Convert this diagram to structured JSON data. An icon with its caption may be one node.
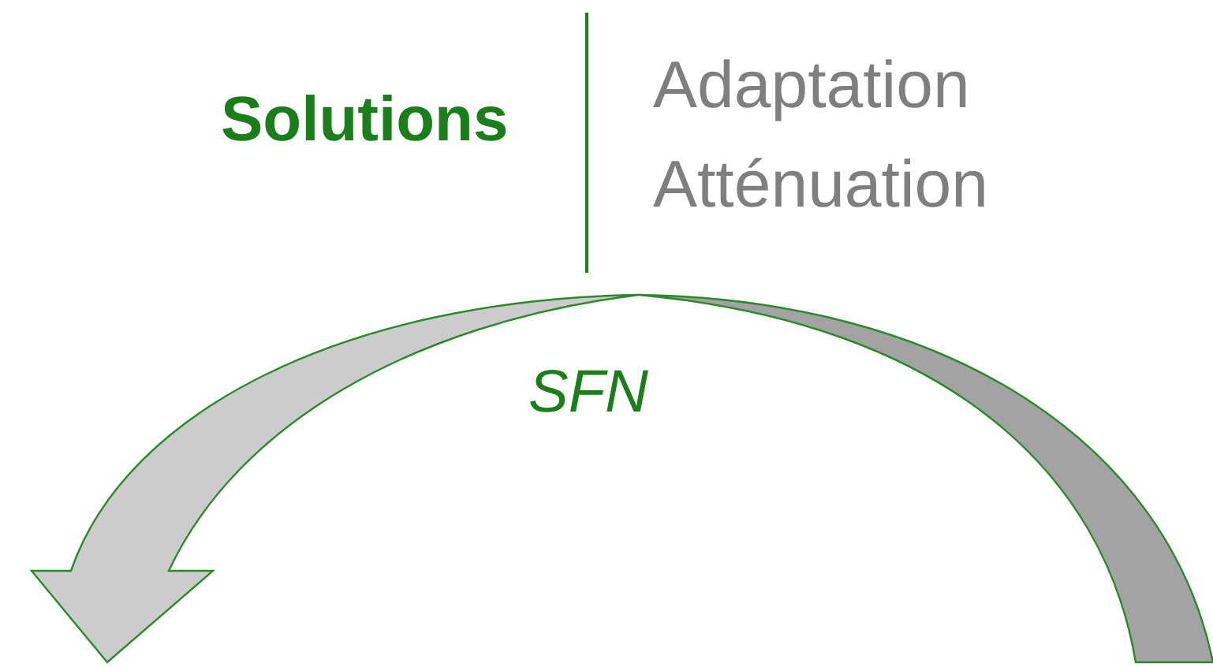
{
  "diagram": {
    "labels": [
      "Solutions",
      "Adaptation",
      "Atténuation",
      "SFN"
    ]
  }
}
